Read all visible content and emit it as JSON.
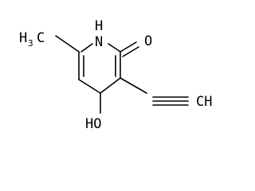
{
  "molecule": {
    "atoms": {
      "methyl": {
        "symbol": "H",
        "subscript": "3",
        "tail": "C"
      },
      "nitrogen": {
        "symbol": "N",
        "hydrogen": "H"
      },
      "carbonyl_oxygen": {
        "symbol": "O"
      },
      "hydroxyl": {
        "label": "HO"
      },
      "alkyne_terminal": {
        "label": "CH"
      }
    }
  }
}
